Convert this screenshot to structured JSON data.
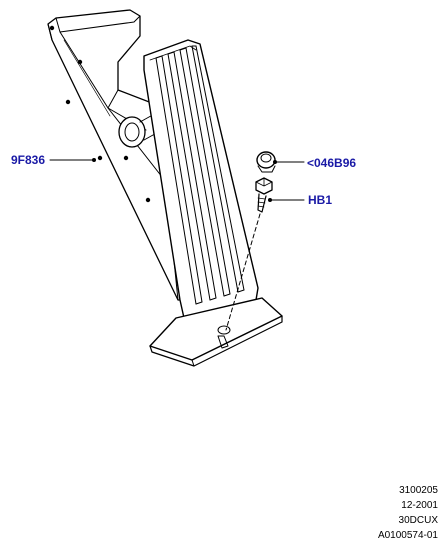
{
  "colors": {
    "callout": "#1a1aa6",
    "line": "#000000",
    "background": "#ffffff"
  },
  "callouts": {
    "pedal_assembly": "9F836",
    "clip": "<046B96",
    "bolt": "HB1"
  },
  "drawing_codes": {
    "code_1": "3100205",
    "code_2": "12-2001",
    "code_3": "30DCUX",
    "code_4": "A0100574-01"
  }
}
